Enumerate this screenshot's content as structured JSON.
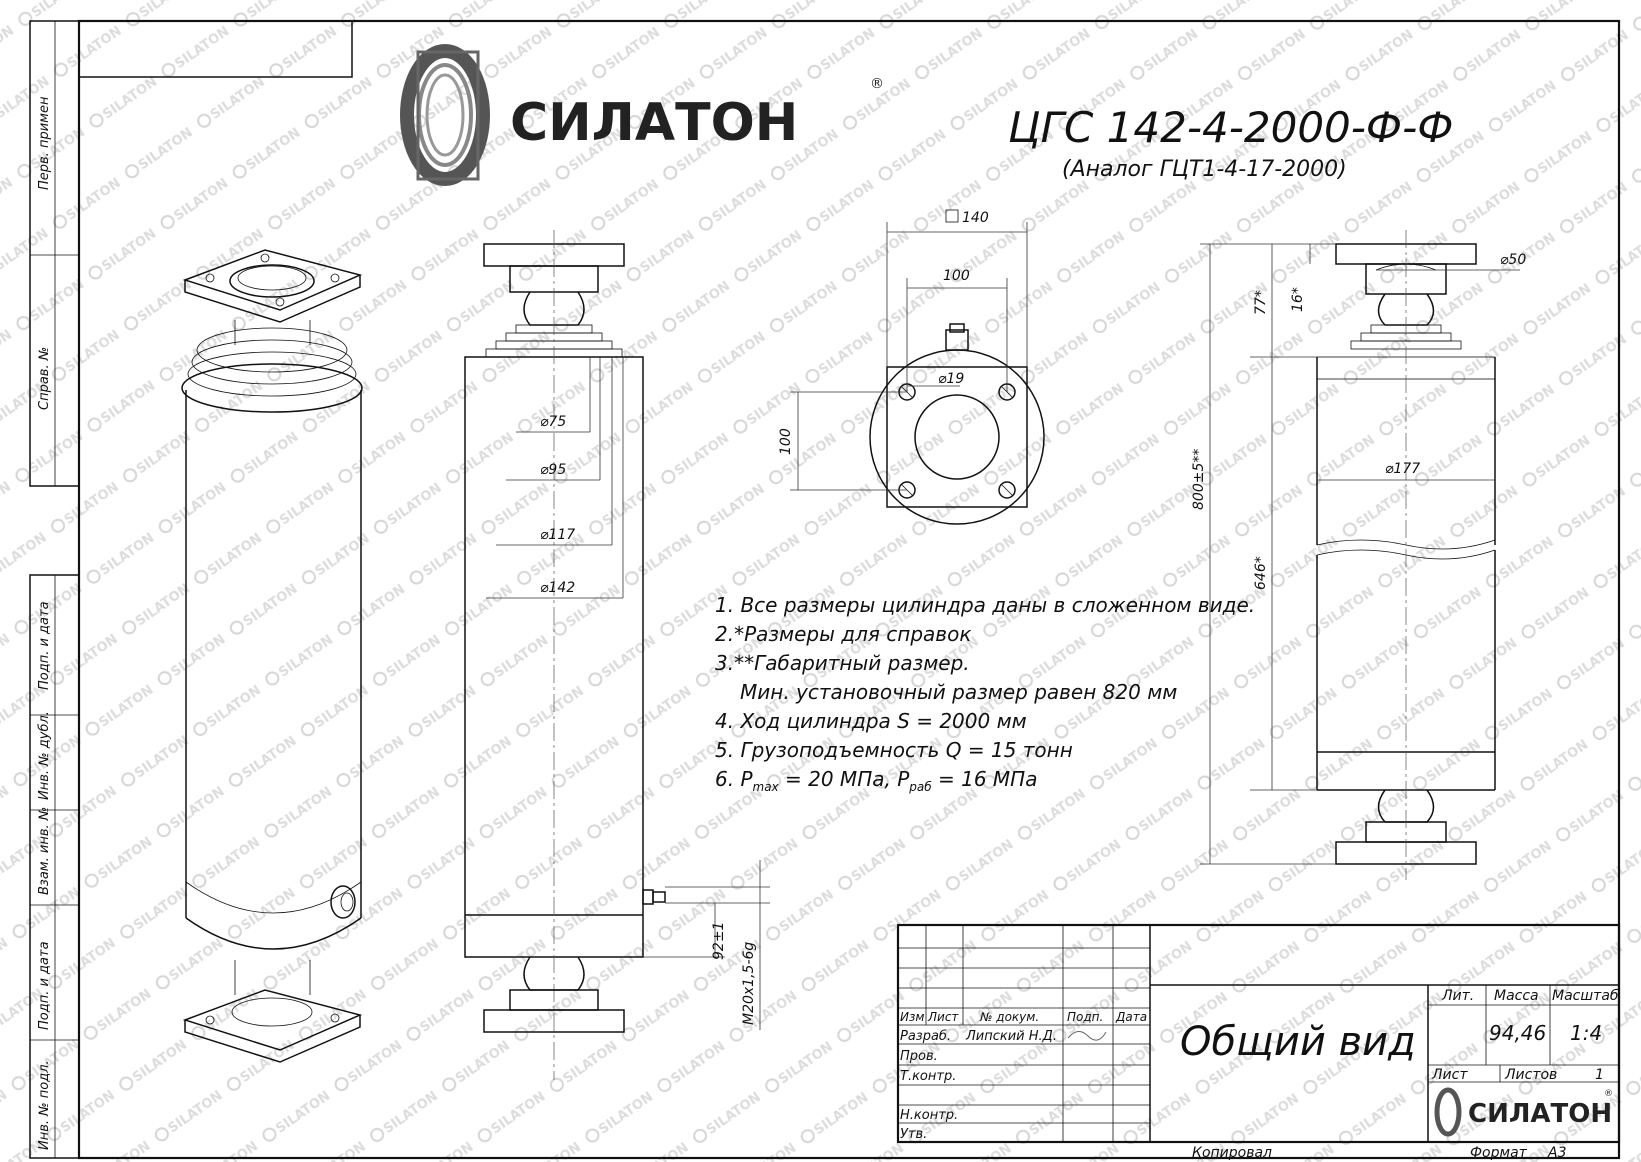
{
  "brand": {
    "name": "СИЛАТОН",
    "reg": "®",
    "watermark": "SILATON"
  },
  "drawing": {
    "code": "ЦГС 142-4-2000-Ф-Ф",
    "analog": "(Аналог ГЦТ1-4-17-2000)"
  },
  "side_columns": [
    "Перв. примен",
    "Справ. №",
    "Подп. и дата",
    "Инв. № дубл.",
    "Взам. инв. №",
    "Подп. и дата",
    "Инв. № подл."
  ],
  "dimensions": {
    "flange_square": "140",
    "hole_spacing_h": "100",
    "hole_spacing_v": "100",
    "hole_dia": "⌀19",
    "d75": "⌀75",
    "d95": "⌀95",
    "d117": "⌀117",
    "d142": "⌀142",
    "d50": "⌀50",
    "d177": "⌀177",
    "l77": "77*",
    "l16": "16*",
    "l800": "800±5**",
    "l646": "646*",
    "l92": "92±1",
    "thread": "M20x1,5-6g"
  },
  "notes": [
    "1. Все размеры цилиндра даны в сложенном виде.",
    "2.*Размеры для справок",
    "3.**Габаритный размер.",
    "Мин. установочный размер равен 820 мм",
    "4. Ход цилиндра S = 2000 мм",
    "5. Грузоподъемность Q = 15 тонн"
  ],
  "note6": {
    "a": "6. P",
    "a_sub": "max",
    "b": " = 20 МПа, P",
    "b_sub": "раб",
    "c": " = 16 МПа"
  },
  "title_block": {
    "headers": [
      "Изм",
      "Лист",
      "№ докум.",
      "Подп.",
      "Дата"
    ],
    "roles": [
      "Разраб.",
      "Пров.",
      "Т.контр.",
      "Н.контр.",
      "Утв."
    ],
    "developer": "Липский Н.Д.",
    "title": "Общий вид",
    "lit_label": "Лит.",
    "mass_label": "Масса",
    "scale_label": "Масштаб",
    "mass": "94,46",
    "scale": "1:4",
    "sheet_label": "Лист",
    "sheets_label": "Листов",
    "sheets": "1",
    "copied": "Копировал",
    "format_label": "Формат",
    "format": "A3"
  }
}
